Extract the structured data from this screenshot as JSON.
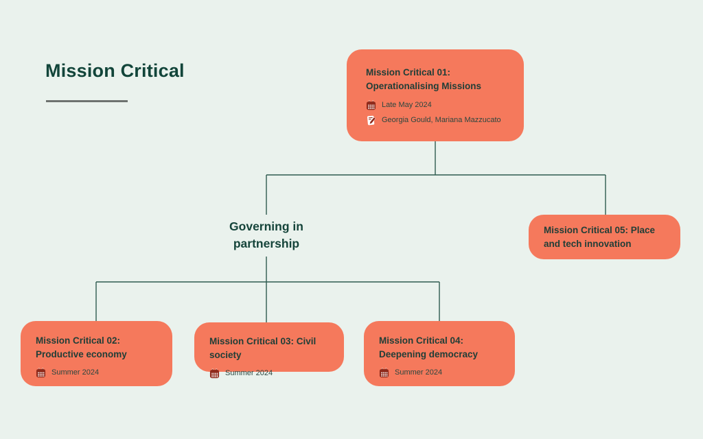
{
  "page": {
    "title": "Mission Critical"
  },
  "colors": {
    "background": "#EAF2ED",
    "node_fill": "#F5795C",
    "node_text": "#213E37",
    "connector_line": "#2D5B4F",
    "title_text": "#12453A",
    "underline": "#6D726F",
    "icon_maroon": "#8F2A1B"
  },
  "group_label": {
    "text": "Governing in partnership"
  },
  "nodes": {
    "mc01": {
      "title": "Mission Critical 01: Operationalising Missions",
      "date": "Late May 2024",
      "people": "Georgia Gould, Mariana Mazzucato",
      "date_icon": "calendar-icon",
      "people_icon": "memo-pencil-icon"
    },
    "mc02": {
      "title": "Mission Critical 02: Productive economy",
      "date": "Summer 2024",
      "date_icon": "calendar-icon"
    },
    "mc03": {
      "title": "Mission Critical 03: Civil society",
      "date": "Summer 2024",
      "date_icon": "calendar-icon"
    },
    "mc04": {
      "title": "Mission Critical 04: Deepening democracy",
      "date": "Summer 2024",
      "date_icon": "calendar-icon"
    },
    "mc05": {
      "title": "Mission Critical 05: Place and tech innovation"
    }
  },
  "structure": {
    "root": "mc01",
    "children_of_root": [
      "governing-in-partnership",
      "mc05"
    ],
    "children_of_governing": [
      "mc02",
      "mc03",
      "mc04"
    ]
  }
}
